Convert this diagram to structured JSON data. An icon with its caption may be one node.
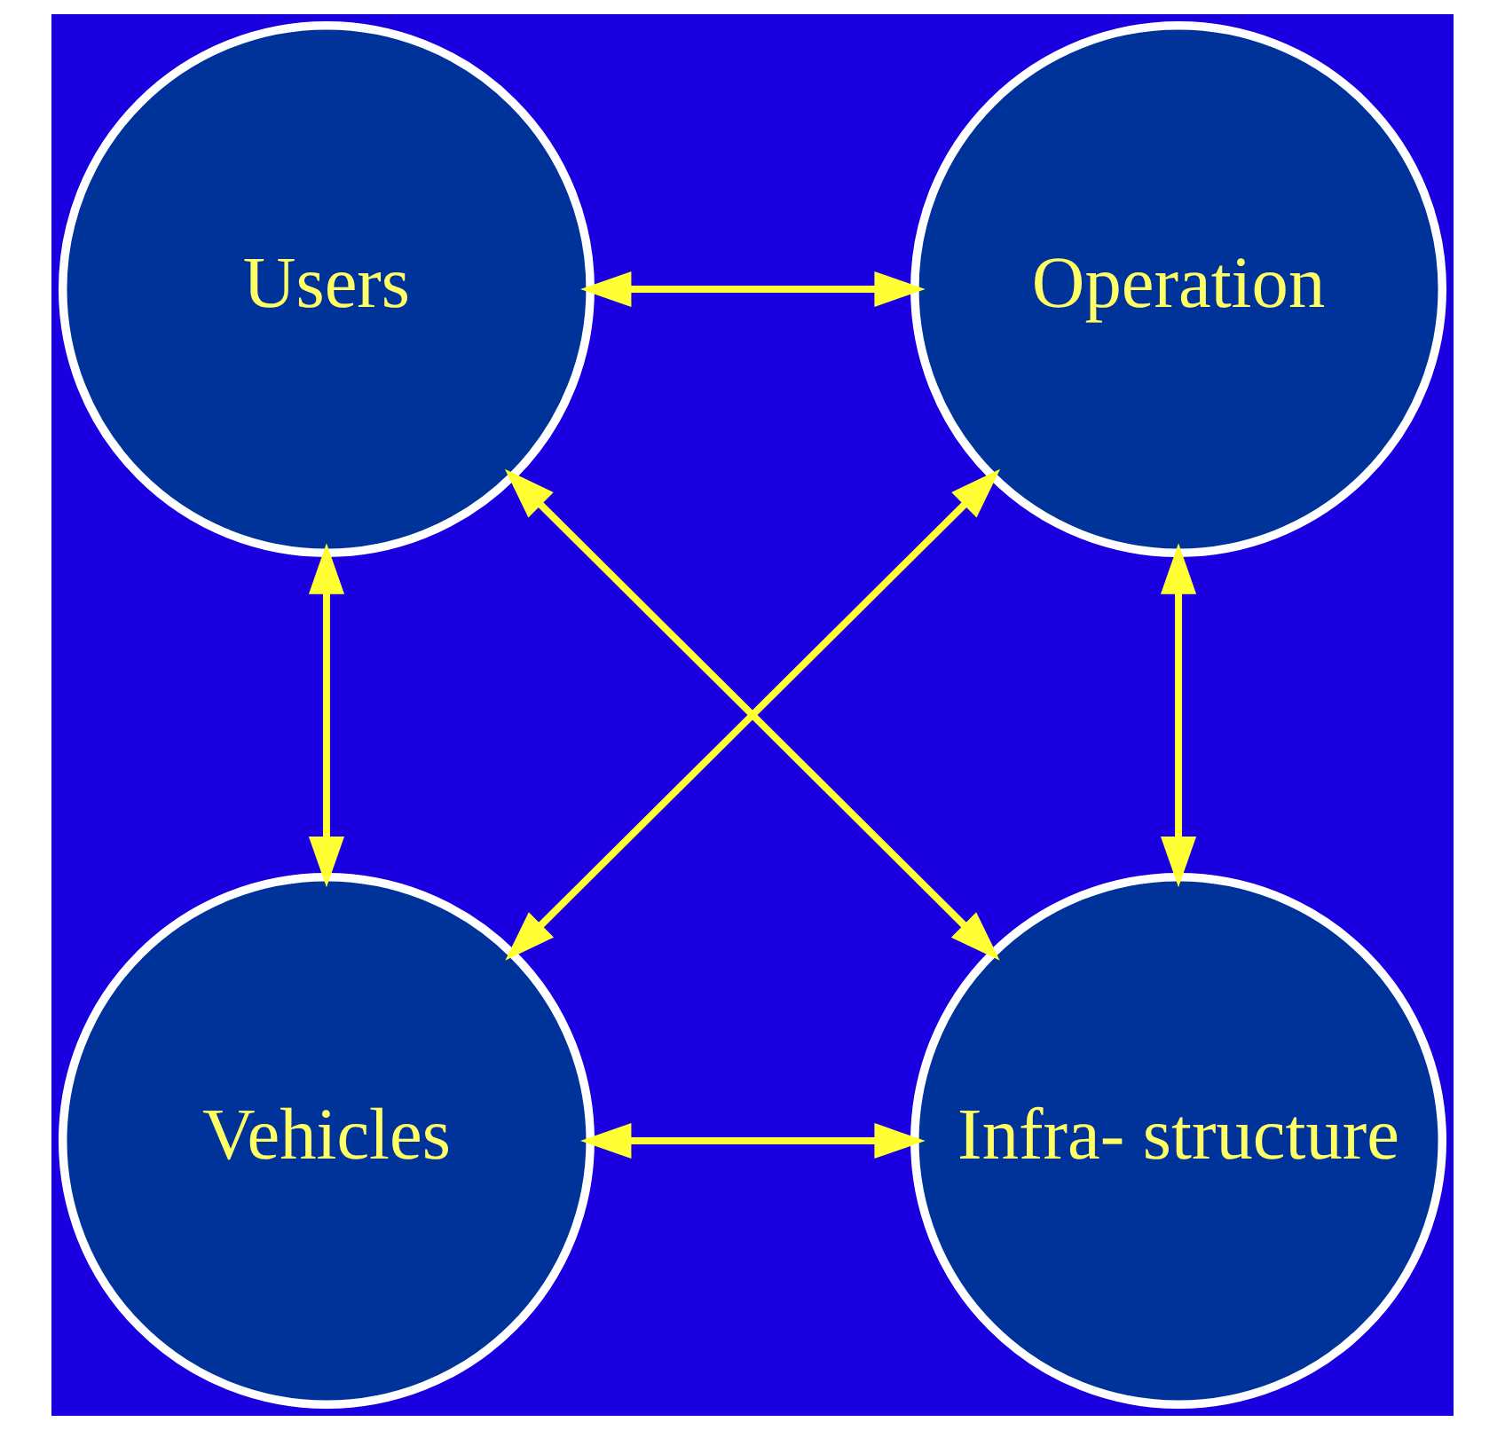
{
  "diagram": {
    "nodes": [
      {
        "text": [
          "Users"
        ]
      },
      {
        "text": [
          "Operation"
        ]
      },
      {
        "text": [
          "Vehicles"
        ]
      },
      {
        "text": [
          "Infra- structure"
        ]
      }
    ],
    "edges": [
      {
        "from": 0,
        "to": 1,
        "arrow": "both"
      },
      {
        "from": 0,
        "to": 2,
        "arrow": "both"
      },
      {
        "from": 1,
        "to": 3,
        "arrow": "both"
      },
      {
        "from": 2,
        "to": 3,
        "arrow": "both"
      },
      {
        "from": 0,
        "to": 3,
        "arrow": "both"
      },
      {
        "from": 1,
        "to": 2,
        "arrow": "both"
      }
    ]
  }
}
